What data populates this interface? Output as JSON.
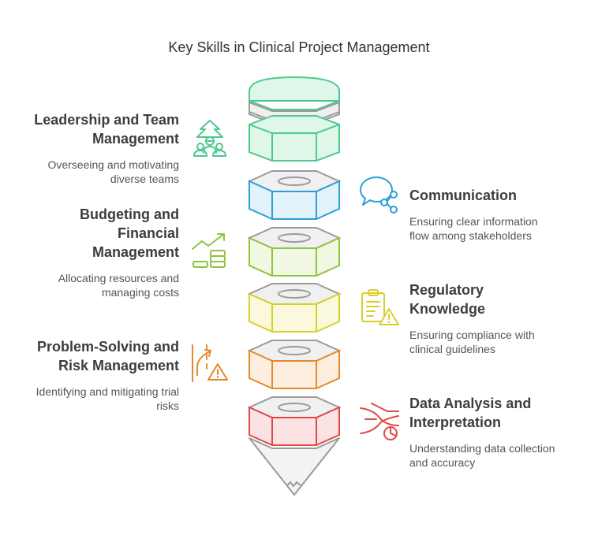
{
  "title": "Key Skills in Clinical Project Management",
  "colors": {
    "leadership": "#4cc98c",
    "communication": "#2c9fd8",
    "budgeting": "#8fc43c",
    "regulatory": "#d9cf2c",
    "problem_solving": "#e58a2c",
    "data_analysis": "#e04848",
    "pencil": "#9a9a9a"
  },
  "skills": {
    "leadership": {
      "heading_line1": "Leadership and Team",
      "heading_line2": "Management",
      "desc_line1": "Overseeing and motivating",
      "desc_line2": "diverse teams",
      "icon": "team-leadership-icon"
    },
    "communication": {
      "heading_line1": "Communication",
      "desc_line1": "Ensuring clear information",
      "desc_line2": "flow among stakeholders",
      "icon": "chat-share-icon"
    },
    "budgeting": {
      "heading_line1": "Budgeting and",
      "heading_line2": "Financial",
      "heading_line3": "Management",
      "desc_line1": "Allocating resources and",
      "desc_line2": "managing costs",
      "icon": "money-growth-icon"
    },
    "regulatory": {
      "heading_line1": "Regulatory",
      "heading_line2": "Knowledge",
      "desc_line1": "Ensuring compliance with",
      "desc_line2": "clinical guidelines",
      "icon": "clipboard-warning-icon"
    },
    "problem_solving": {
      "heading_line1": "Problem-Solving and",
      "heading_line2": "Risk Management",
      "desc_line1": "Identifying and mitigating trial",
      "desc_line2": "risks",
      "icon": "risk-path-icon"
    },
    "data_analysis": {
      "heading_line1": "Data Analysis and",
      "heading_line2": "Interpretation",
      "desc_line1": "Understanding data collection",
      "desc_line2": "and accuracy",
      "icon": "data-flow-chart-icon"
    }
  }
}
